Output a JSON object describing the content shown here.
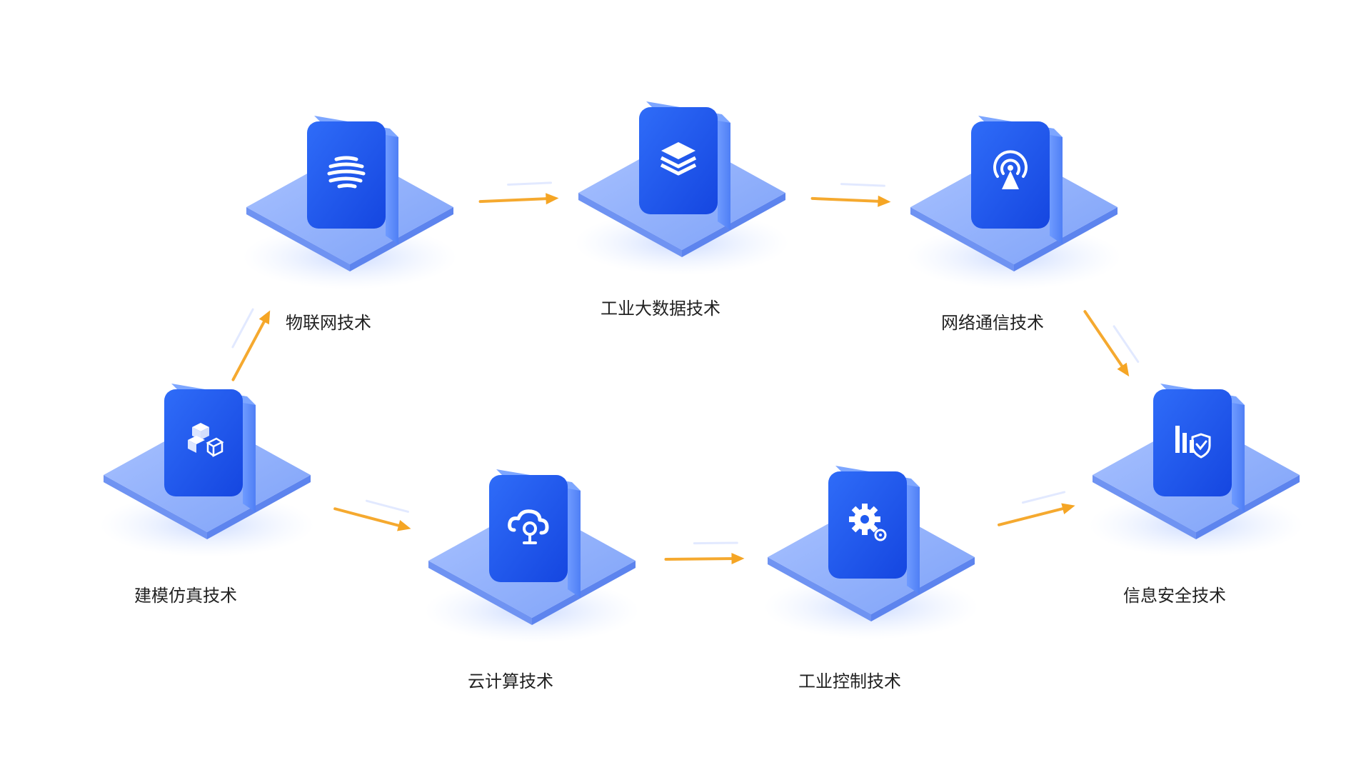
{
  "colors": {
    "accent": "#1f5bf0",
    "arrow": "#f5a524",
    "platform": "#8fb0fb",
    "label": "#222222",
    "background": "#ffffff"
  },
  "nodes": [
    {
      "id": "iot",
      "label": "物联网技术",
      "icon": "globe-icon"
    },
    {
      "id": "bigdata",
      "label": "工业大数据技术",
      "icon": "layers-icon"
    },
    {
      "id": "network",
      "label": "网络通信技术",
      "icon": "antenna-icon"
    },
    {
      "id": "modeling",
      "label": "建模仿真技术",
      "icon": "cubes-icon"
    },
    {
      "id": "cloud",
      "label": "云计算技术",
      "icon": "cloud-icon"
    },
    {
      "id": "control",
      "label": "工业控制技术",
      "icon": "gear-icon"
    },
    {
      "id": "security",
      "label": "信息安全技术",
      "icon": "security-chart-icon"
    }
  ],
  "edges": [
    {
      "from": "modeling",
      "to": "iot"
    },
    {
      "from": "iot",
      "to": "bigdata"
    },
    {
      "from": "bigdata",
      "to": "network"
    },
    {
      "from": "network",
      "to": "security"
    },
    {
      "from": "modeling",
      "to": "cloud"
    },
    {
      "from": "cloud",
      "to": "control"
    },
    {
      "from": "control",
      "to": "security"
    }
  ]
}
